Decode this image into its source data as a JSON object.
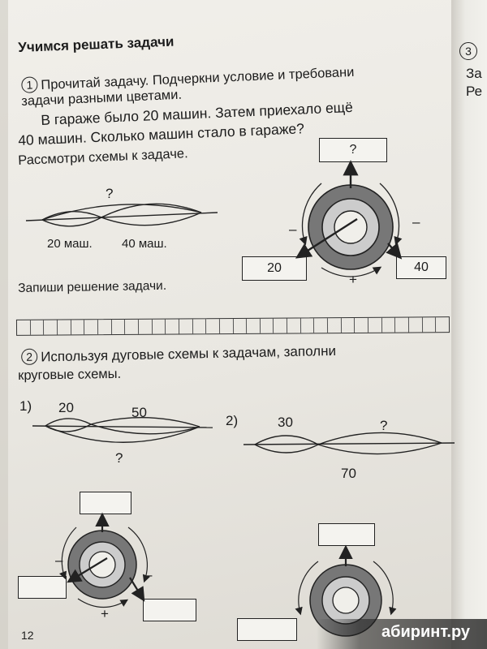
{
  "heading": "Учимся решать задачи",
  "task1": {
    "number": "1",
    "instruction_line1": "Прочитай задачу. Подчеркни условие и требовани",
    "instruction_line2": "задачи разными цветами.",
    "problem_line1": "В гараже было 20 машин. Затем приехало ещё",
    "problem_line2": "40 машин. Сколько машин стало в гараже?",
    "problem_line3": "Рассмотри схемы к задаче.",
    "arc_question": "?",
    "arc_label_left": "20 маш.",
    "arc_label_right": "40 маш.",
    "circle_top": "?",
    "circle_left": "20",
    "circle_right": "40",
    "sign_minus_left": "–",
    "sign_minus_right": "–",
    "sign_plus": "+",
    "write_solution": "Запиши решение задачи.",
    "grid_cells": 32
  },
  "task2": {
    "number": "2",
    "instruction_line1": "Используя дуговые схемы к задачам, заполни",
    "instruction_line2": "круговые схемы.",
    "sub1": {
      "marker": "1)",
      "left": "20",
      "right": "50",
      "bottom": "?",
      "sign_minus_left": "–",
      "sign_minus_right": "–",
      "sign_plus": "+"
    },
    "sub2": {
      "marker": "2)",
      "left": "30",
      "right": "?",
      "bottom": "70"
    }
  },
  "right_margin": {
    "number": "3",
    "line1": "За",
    "line2": "Ре"
  },
  "page_number": "12",
  "watermark": "абиринт.ру"
}
